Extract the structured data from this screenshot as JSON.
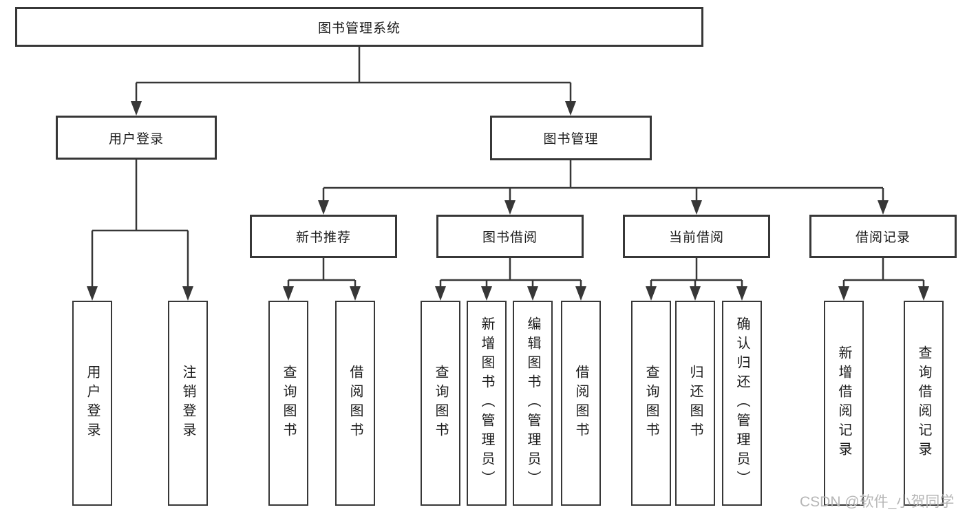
{
  "title": {
    "label": "图书管理系统"
  },
  "tree": {
    "user": {
      "label": "用户登录",
      "children": [
        {
          "label": "用户登录"
        },
        {
          "label": "注销登录"
        }
      ]
    },
    "book": {
      "label": "图书管理",
      "sections": [
        {
          "label": "新书推荐",
          "children": [
            {
              "label": "查询图书"
            },
            {
              "label": "借阅图书"
            }
          ]
        },
        {
          "label": "图书借阅",
          "children": [
            {
              "label": "查询图书"
            },
            {
              "label": "新增图书（管理员）"
            },
            {
              "label": "编辑图书（管理员）"
            },
            {
              "label": "借阅图书"
            }
          ]
        },
        {
          "label": "当前借阅",
          "children": [
            {
              "label": "查询图书"
            },
            {
              "label": "归还图书"
            },
            {
              "label": "确认归还（管理员）"
            }
          ]
        },
        {
          "label": "借阅记录",
          "children": [
            {
              "label": "新增借阅记录"
            },
            {
              "label": "查询借阅记录"
            }
          ]
        }
      ]
    }
  },
  "watermark": {
    "text": "CSDN @软件_小贺同学"
  },
  "colors": {
    "line": "#373737",
    "box_border": "#373737",
    "text": "#1c1c1c",
    "watermark": "#b6b6b6",
    "background": "#ffffff"
  }
}
